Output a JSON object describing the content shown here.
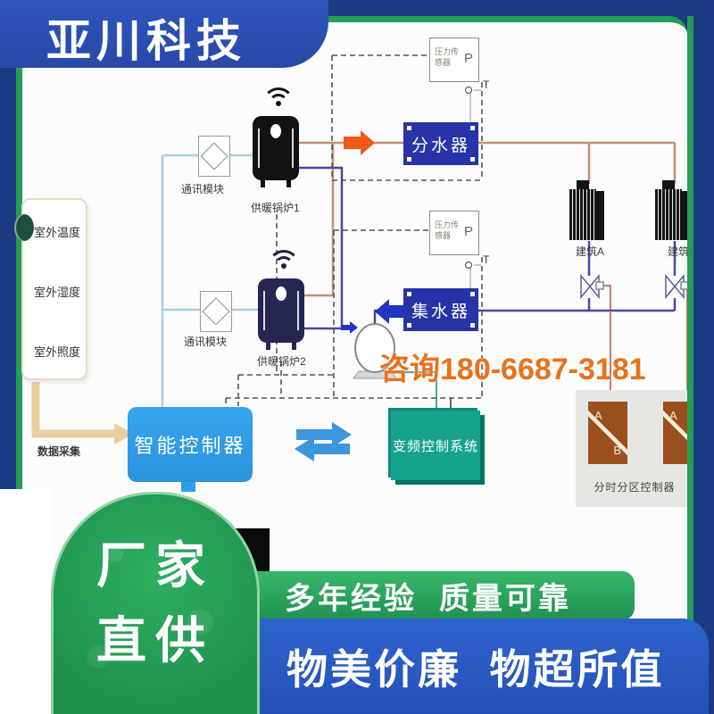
{
  "brand": {
    "name": "亚川科技"
  },
  "diagram": {
    "sensor_panel": {
      "items": [
        "室外温度",
        "室外湿度",
        "室外照度"
      ]
    },
    "data_collect_label": "数据采集",
    "controller_label": "智能控制器",
    "comm_module_label": "通讯模块",
    "boiler1_label": "供暖锅炉1",
    "boiler2_label": "供暖锅炉2",
    "pressure_sensor_label": "压力传感器",
    "pressure_symbol": "P",
    "temp_symbol": "T",
    "distributor_label": "分水器",
    "collector_label": "集水器",
    "vfd_label": "变频控制系统",
    "building_a_label": "建筑A",
    "building_b_label": "建筑B",
    "zone_controller_label": "分时分区控制器",
    "zone_unit_a": "A",
    "zone_unit_b": "B",
    "hotline": "咨询180-6687-3181"
  },
  "banners": {
    "factory_line1": "厂家",
    "factory_line2": "直供",
    "experience": "多年经验  质量可靠",
    "value": "物美价廉  物超所值"
  },
  "colors": {
    "background_navy": "#1c3a84",
    "brand_banner_blue": "#2b50b4",
    "panel_border_green": "#259d55",
    "hotline_orange": "#e8721c",
    "controller_blue": "#2f9de8",
    "vfd_teal": "#16a28c",
    "manifold_blue": "#2733a6",
    "zone_unit_brown": "#9a4f1e",
    "supply_line": "#c68d72",
    "return_line": "#4848a8"
  }
}
